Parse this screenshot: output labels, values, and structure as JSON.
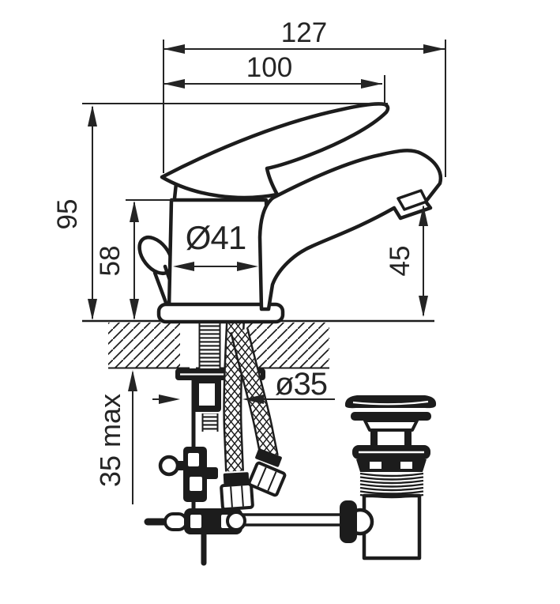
{
  "drawing": {
    "type": "technical-dimension-drawing",
    "subject": "single-lever basin mixer faucet with pop-up waste",
    "colors": {
      "ink": "#1c1c1c",
      "dimension_ink": "#242424",
      "background": "#ffffff"
    },
    "dims": {
      "total_length": "127",
      "upper_length": "100",
      "overall_height": "95",
      "body_height": "58",
      "spout_clearance": "45",
      "body_diameter": "Ø41",
      "mount_hole_diameter": "ø35",
      "deck_thickness_max": "35 max"
    }
  }
}
